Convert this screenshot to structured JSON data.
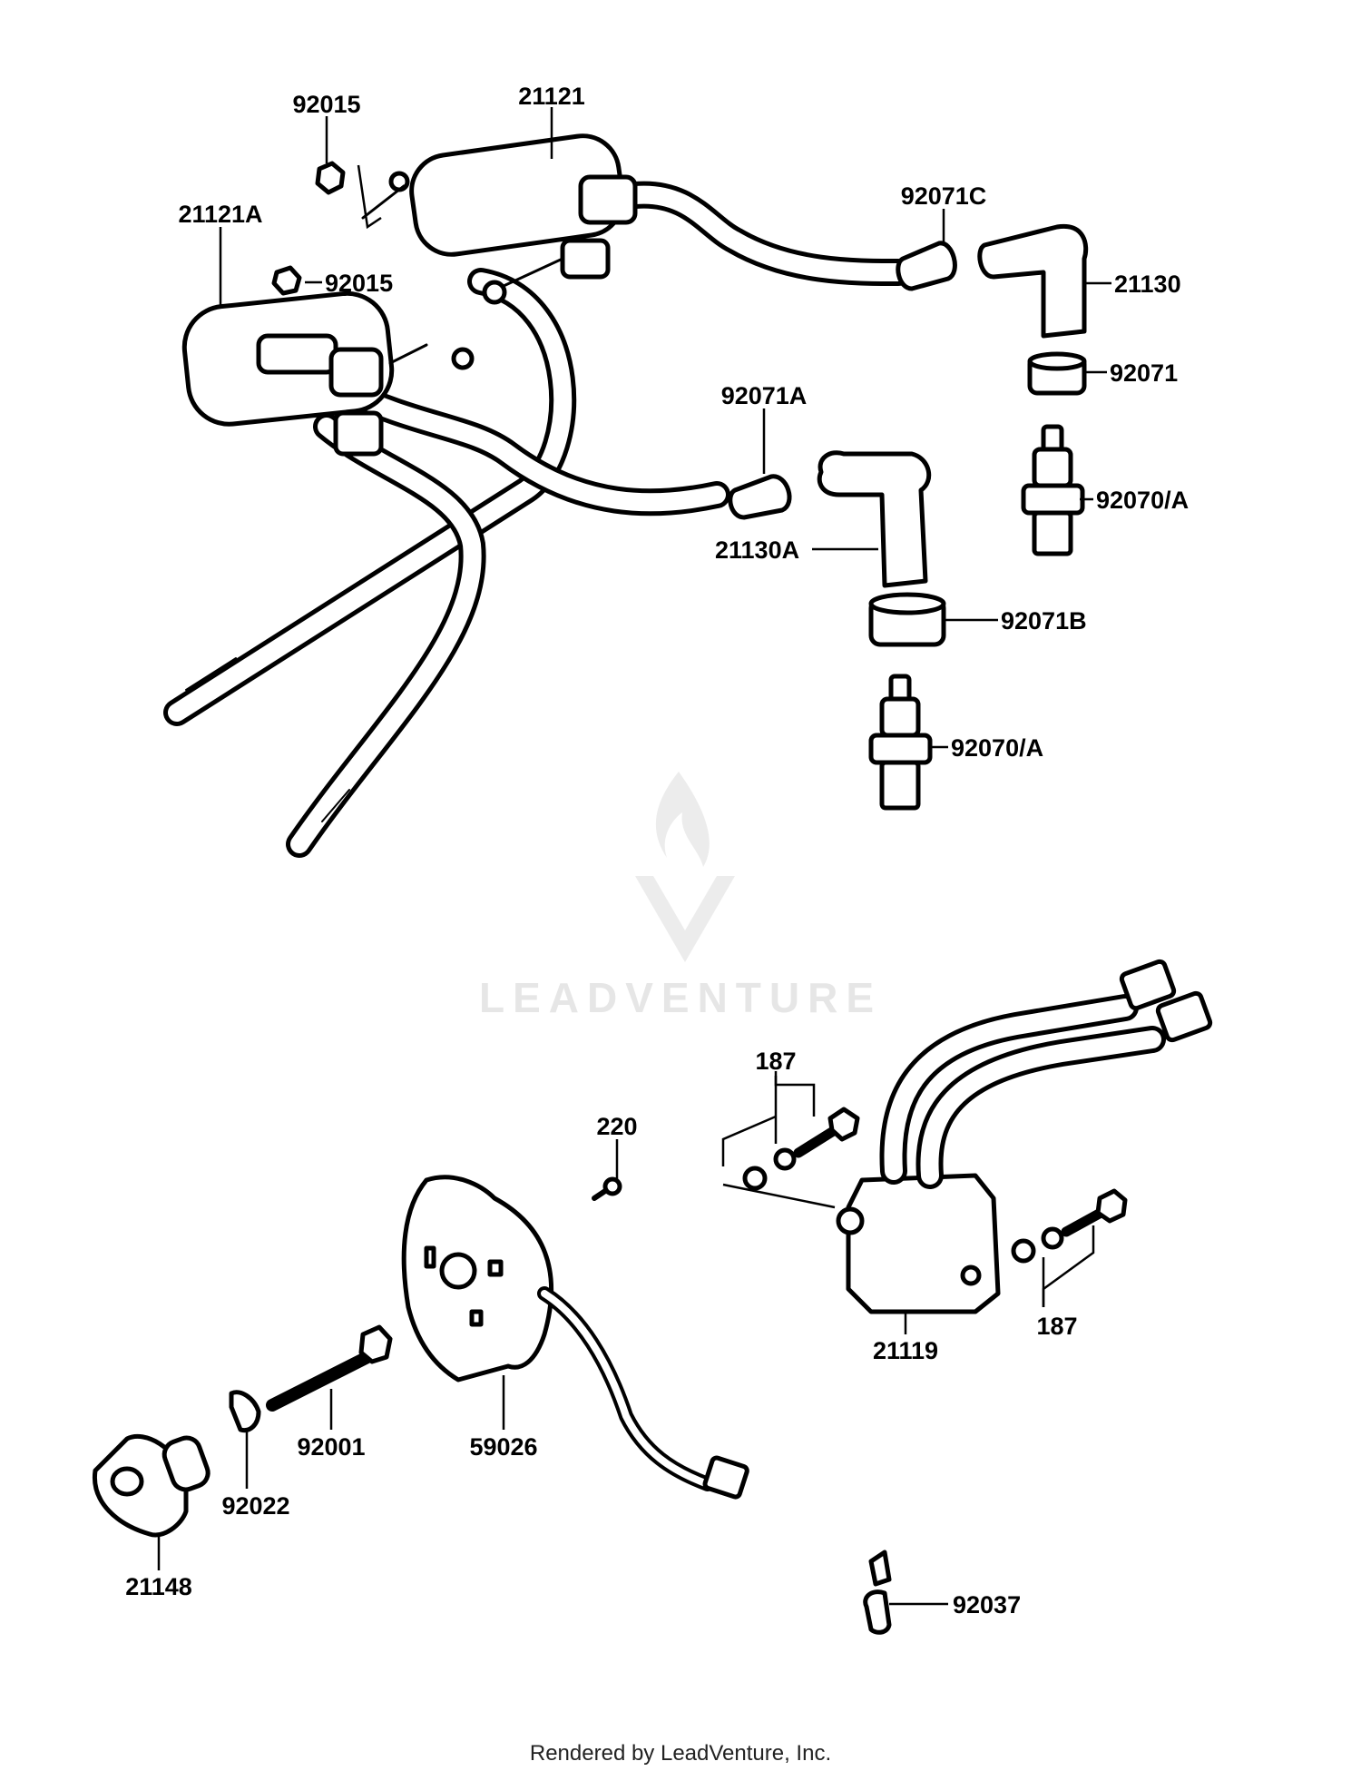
{
  "labels": {
    "p92015_top": "92015",
    "p21121": "21121",
    "p21121A": "21121A",
    "p92015_mid": "92015",
    "p92071C": "92071C",
    "p21130": "21130",
    "p92071": "92071",
    "p92071A": "92071A",
    "p92070A_top": "92070/A",
    "p21130A": "21130A",
    "p92071B": "92071B",
    "p92070A_bottom": "92070/A",
    "p187_top": "187",
    "p220": "220",
    "p187_right": "187",
    "p21119": "21119",
    "p59026": "59026",
    "p92001": "92001",
    "p92022": "92022",
    "p21148": "21148",
    "p92037": "92037"
  },
  "watermark": "LEADVENTURE",
  "footer": "Rendered by LeadVenture, Inc."
}
